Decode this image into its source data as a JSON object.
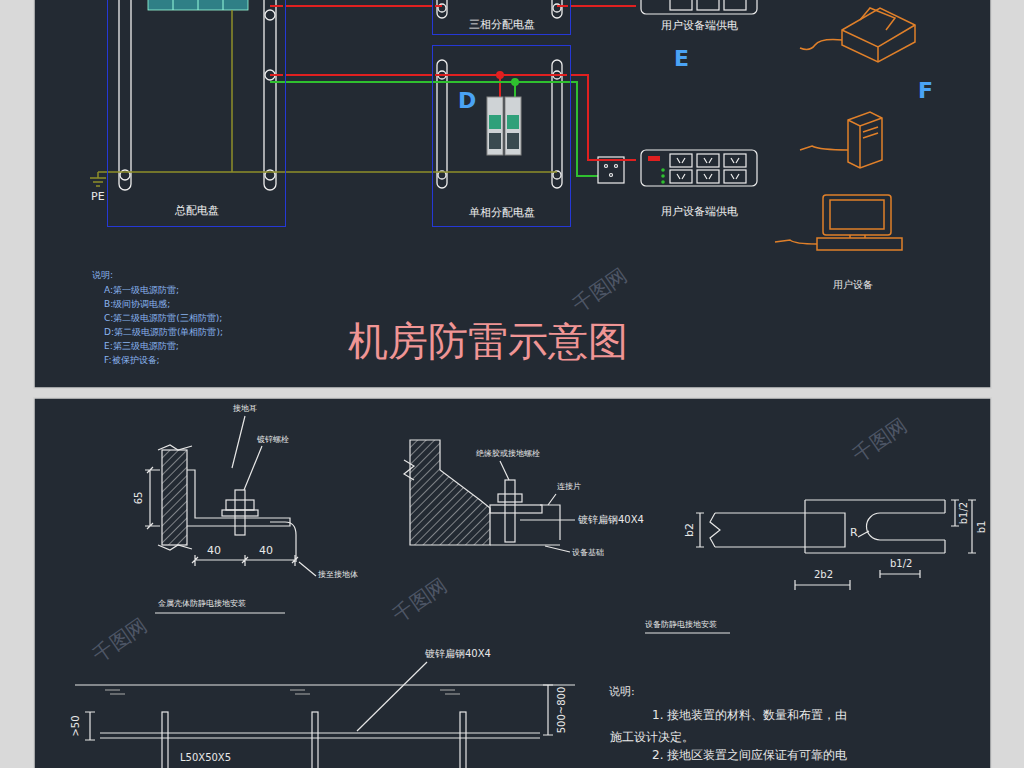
{
  "diagram": {
    "title": "机房防雷示意图",
    "nodes": [
      {
        "text": [
          "总配电盘"
        ]
      },
      {
        "text": [
          "三相分配电盘"
        ]
      },
      {
        "text": [
          "用户设备端供电"
        ]
      },
      {
        "text": [
          "单相分配电盘"
        ]
      },
      {
        "text": [
          "用户设备端供电"
        ]
      }
    ],
    "edges": [
      {
        "from": 0,
        "to": 1,
        "arrow": "none"
      },
      {
        "from": 1,
        "to": 2,
        "arrow": "none"
      },
      {
        "from": 0,
        "to": 3,
        "arrow": "none"
      },
      {
        "from": 3,
        "to": 4,
        "arrow": "none"
      }
    ],
    "labels": [
      "E",
      "F",
      "D",
      "PE",
      "用户设备",
      "说明:",
      "A:第一级电源防雷;",
      "B:级间协调电感;",
      "C:第二级电源防雷(三相防雷);",
      "D:第二级电源防雷(单相防雷);",
      "E:第三级电源防雷;",
      "F:被保护设备;",
      "接地耳",
      "镀锌螺栓",
      "65",
      "40",
      "40",
      "接至接地体",
      "金属壳体防静电接地安装",
      "绝缘胶或接地螺栓",
      "连接片",
      "镀锌扁钢40X4",
      "设备基础",
      "b2",
      "R",
      "b1/2",
      "b1",
      "b1/2",
      "2b2",
      "设备防静电接地安装",
      "镀锌扁钢40X4",
      ">50",
      "500~800",
      "L50X50X5",
      "说明:",
      "1. 接地装置的材料、数量和布置，由",
      "施工设计决定。",
      "2. 接地区装置之间应保证有可靠的电",
      "千图网",
      "千图网",
      "千图网",
      "千图网"
    ]
  }
}
